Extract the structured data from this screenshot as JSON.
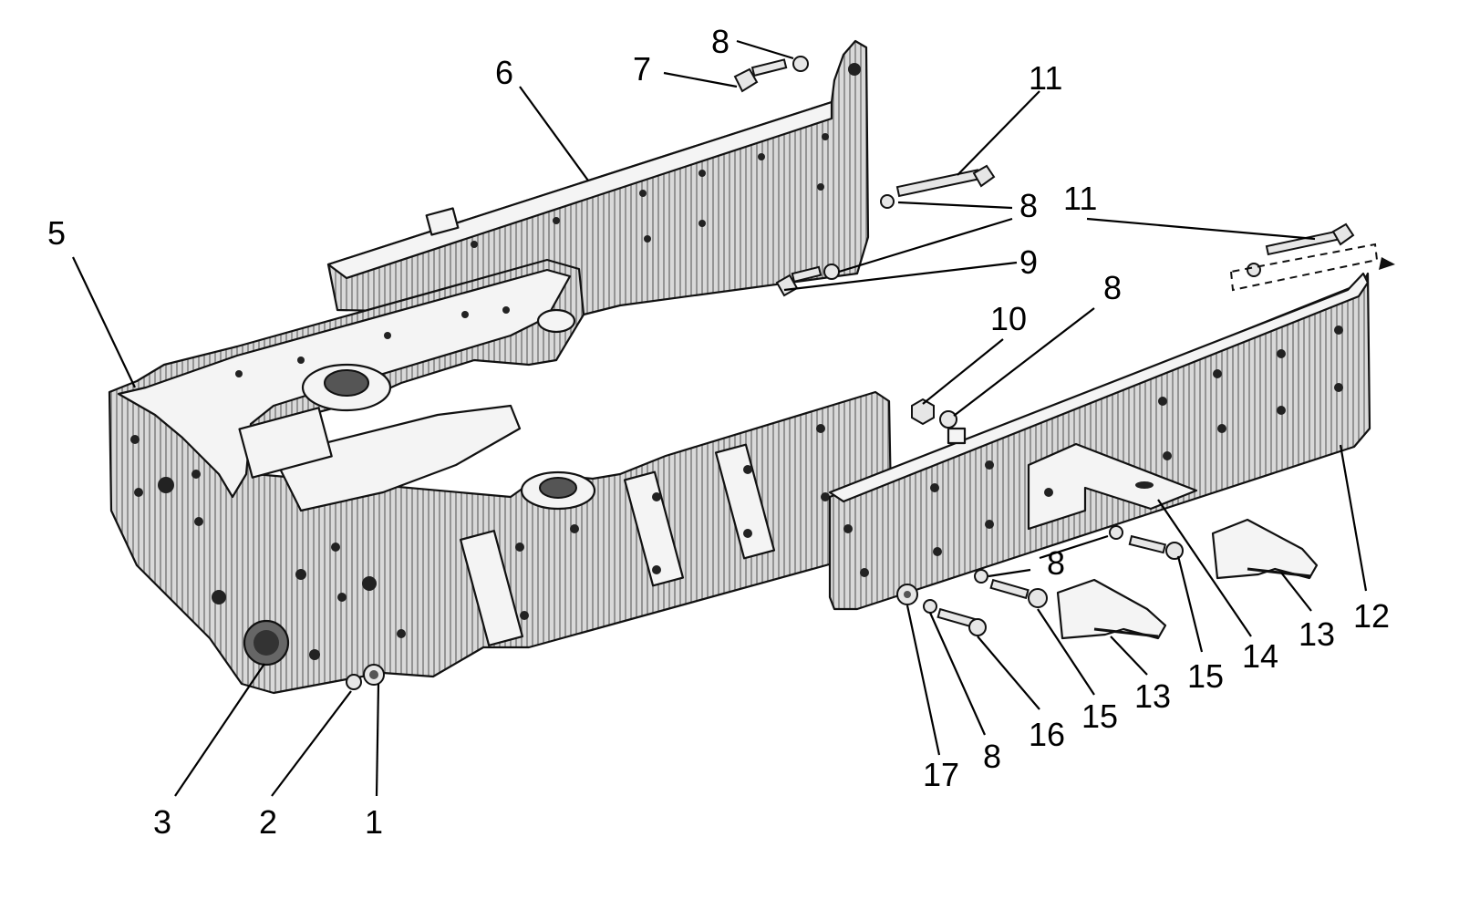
{
  "diagram": {
    "callouts": [
      {
        "id": "c1",
        "label": "1"
      },
      {
        "id": "c2",
        "label": "2"
      },
      {
        "id": "c3",
        "label": "3"
      },
      {
        "id": "c5",
        "label": "5"
      },
      {
        "id": "c6",
        "label": "6"
      },
      {
        "id": "c7",
        "label": "7"
      },
      {
        "id": "c8a",
        "label": "8"
      },
      {
        "id": "c11a",
        "label": "11"
      },
      {
        "id": "c8b",
        "label": "8"
      },
      {
        "id": "c9",
        "label": "9"
      },
      {
        "id": "c11b",
        "label": "11"
      },
      {
        "id": "c10",
        "label": "10"
      },
      {
        "id": "c8c",
        "label": "8"
      },
      {
        "id": "c12",
        "label": "12"
      },
      {
        "id": "c13a",
        "label": "13"
      },
      {
        "id": "c14",
        "label": "14"
      },
      {
        "id": "c15a",
        "label": "15"
      },
      {
        "id": "c13b",
        "label": "13"
      },
      {
        "id": "c8d",
        "label": "8"
      },
      {
        "id": "c15b",
        "label": "15"
      },
      {
        "id": "c16",
        "label": "16"
      },
      {
        "id": "c8e",
        "label": "8"
      },
      {
        "id": "c17",
        "label": "17"
      }
    ]
  }
}
